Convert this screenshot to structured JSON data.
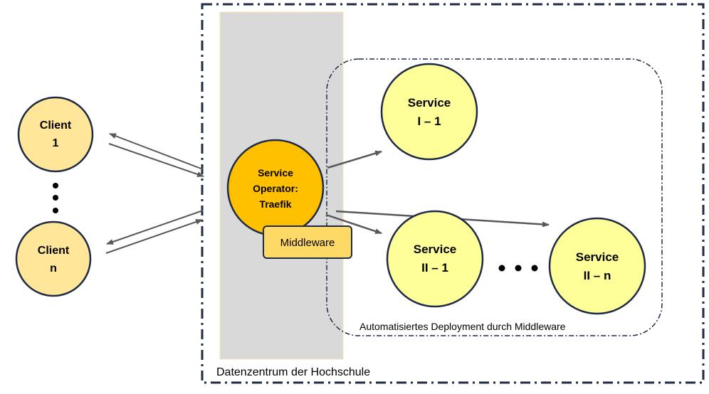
{
  "datacenter": {
    "label": "Datenzentrum der Hochschule"
  },
  "deployment": {
    "label": "Automatisiertes Deployment durch Middleware"
  },
  "operator": {
    "line1": "Service",
    "line2": "Operator:",
    "line3": "Traefik"
  },
  "middleware": {
    "label": "Middleware"
  },
  "clients": [
    {
      "line1": "Client",
      "line2": "1"
    },
    {
      "line1": "Client",
      "line2": "n"
    }
  ],
  "services": [
    {
      "line1": "Service",
      "line2": "I – 1"
    },
    {
      "line1": "Service",
      "line2": "II – 1"
    },
    {
      "line1": "Service",
      "line2": "II – n"
    }
  ],
  "colors": {
    "client_fill": "#FFE699",
    "operator_fill": "#FFC000",
    "service_fill": "#FFFF99",
    "middleware_fill": "#FFD966",
    "gateway_band": "#D9D9D9",
    "frame_stroke": "#1F2A44",
    "arrow": "#595959"
  }
}
